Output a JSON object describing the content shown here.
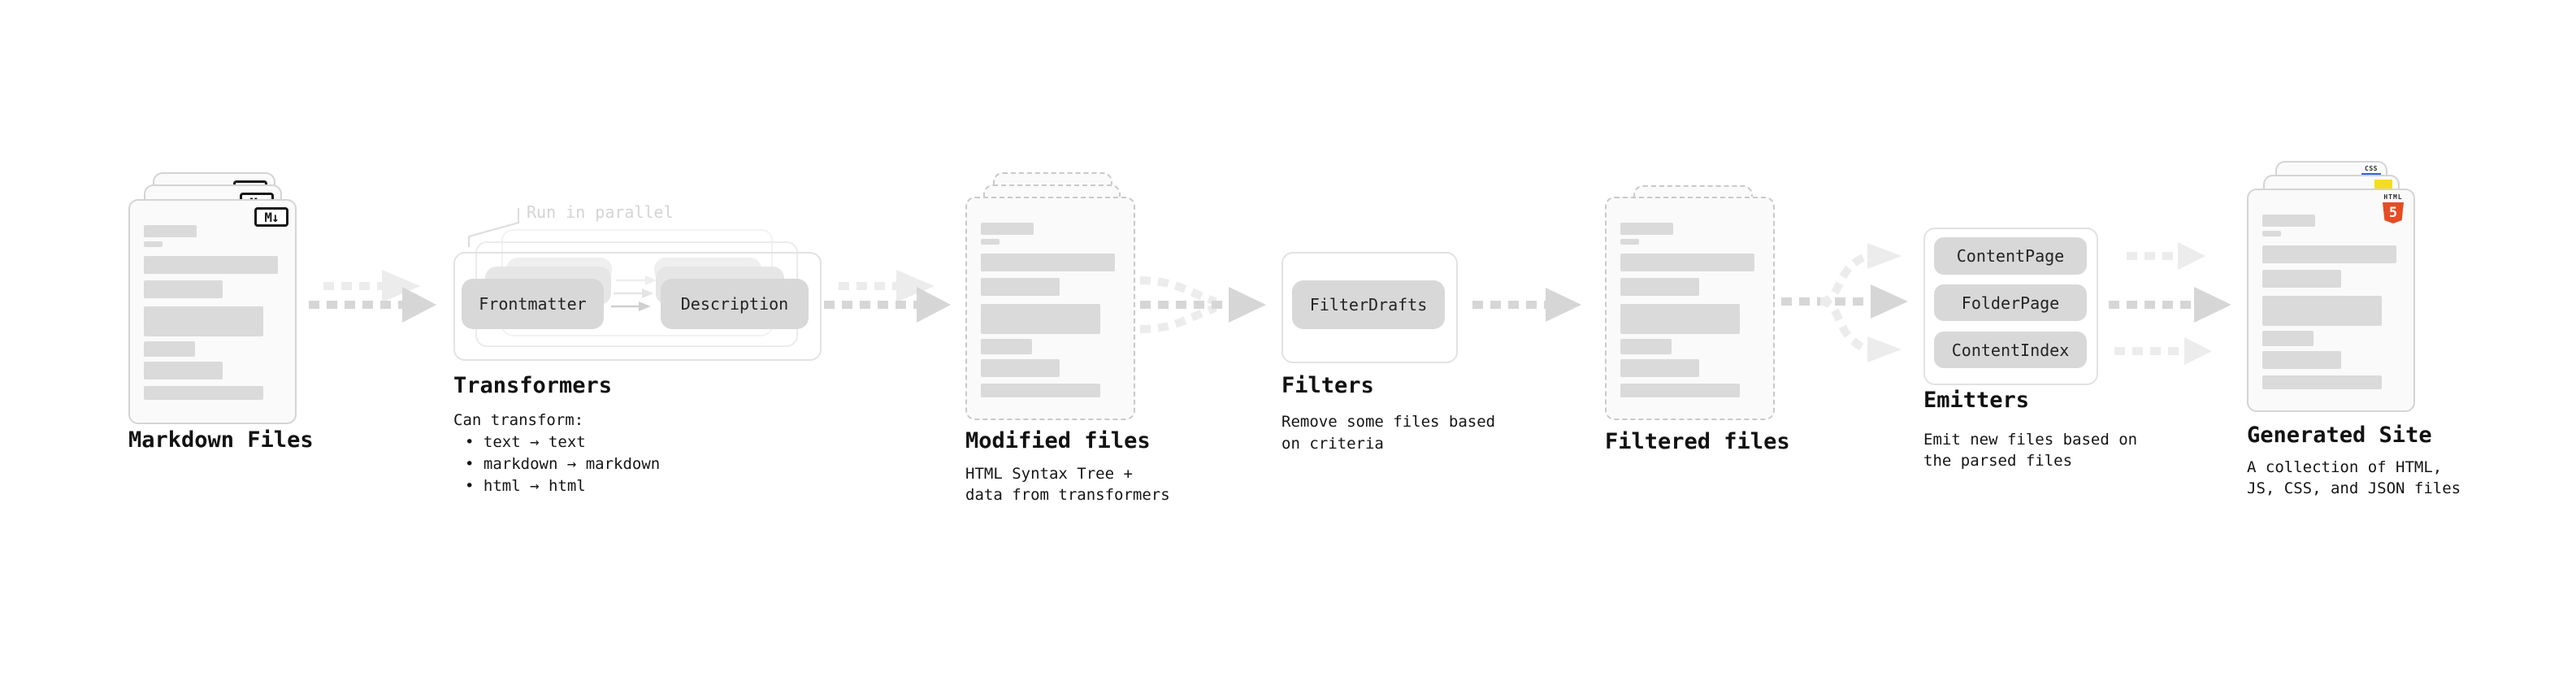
{
  "diagram": {
    "stages": [
      {
        "label": "Markdown Files"
      },
      {
        "label": "Transformers",
        "callout": "Run in parallel",
        "pills": [
          "Frontmatter",
          "Description"
        ],
        "note_title": "Can transform:",
        "bullets": [
          "• text → text",
          "• markdown → markdown",
          "• html → html"
        ]
      },
      {
        "label": "Modified files",
        "subtitle_lines": [
          "HTML Syntax Tree +",
          "data from transformers"
        ]
      },
      {
        "label": "Filters",
        "pills": [
          "FilterDrafts"
        ],
        "subtitle_lines": [
          "Remove some files based",
          "on criteria"
        ]
      },
      {
        "label": "Filtered files"
      },
      {
        "label": "Emitters",
        "pills": [
          "ContentPage",
          "FolderPage",
          "ContentIndex"
        ],
        "subtitle_lines": [
          "Emit new files based on",
          "the parsed files"
        ]
      },
      {
        "label": "Generated Site",
        "subtitle_lines": [
          "A collection of HTML,",
          "JS, CSS, and JSON files"
        ]
      }
    ],
    "icons": {
      "markdown_badge": "M↓",
      "html5_wordmark": "HTML",
      "html5_numeral": "5",
      "css_wordmark": "CSS"
    },
    "colors": {
      "html5_orange": "#e44d26",
      "js_yellow": "#f5de19",
      "css_blue": "#2d61e9",
      "pill_gray": "#d8d8d8",
      "arrow_gray": "#d6d6d6",
      "arrow_light": "#ececec"
    }
  }
}
